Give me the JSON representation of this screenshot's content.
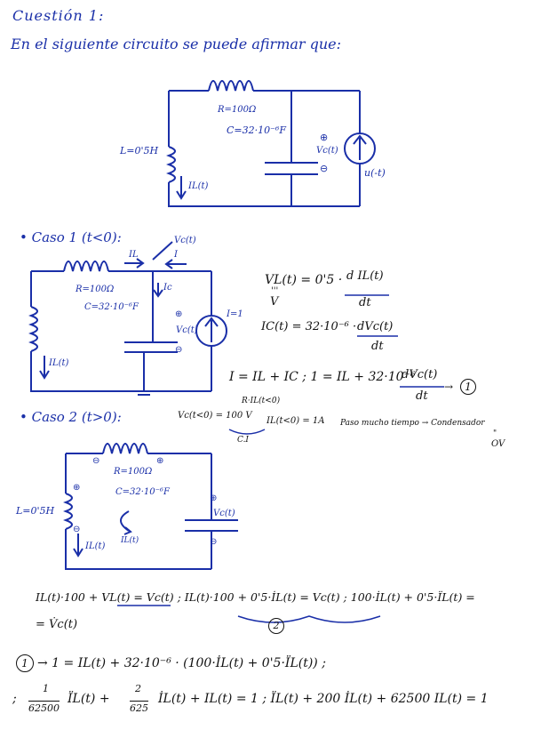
{
  "header": {
    "title": "Cuestión 1:",
    "prompt": "En el siguiente circuito se puede afirmar que:"
  },
  "circuit1": {
    "r": "R=100Ω",
    "c": "C=32·10⁻⁶F",
    "l": "L=0'5H",
    "il": "IL(t)",
    "vc": "Vc(t)",
    "src": "u(-t)",
    "plus": "⊕",
    "minus": "⊖"
  },
  "caso1": {
    "heading": "• Caso 1 (t<0):",
    "vc_top": "Vc(t)",
    "i_l_arrow": "IL",
    "i_arrow": "I",
    "ic": "Ic",
    "r": "R=100Ω",
    "c": "C=32·10⁻⁶F",
    "il": "IL(t)",
    "vc": "Vc(t)",
    "src": "I=1",
    "eq1_lhs": "VL(t) = 0'5 ·",
    "eq1_num": "d IL(t)",
    "eq1_den": "dt",
    "eq1_v": "'''",
    "eq1_v2": "V",
    "eq2_lhs": "IC(t) = 32·10⁻⁶ ·",
    "eq2_num": "dVc(t)",
    "eq2_den": "dt",
    "eq3": "I = IL + IC ; 1 = IL + 32·10⁻⁶",
    "eq3_num": "dVc(t)",
    "eq3_den": "dt",
    "eq3_ref": "1"
  },
  "caso2": {
    "heading": "• Caso 2 (t>0):",
    "note_r": "R·IL(t<0)",
    "note_vc": "Vc(t<0) = 100 V",
    "note_ci": "C.I",
    "note_il": "IL(t<0) = 1A",
    "note_paso": "Paso mucho tiempo → Condensador",
    "note_quot": "\"",
    "note_ov": "OV",
    "r": "R=100Ω",
    "c": "C=32·10⁻⁶F",
    "l": "L=0'5H",
    "il": "IL(t)",
    "vc": "Vc(t)"
  },
  "equations": {
    "line1": "IL(t)·100 + VL(t) = Vc(t) ; IL(t)·100 + 0'5·İL(t) = Vc(t) ; 100·İL(t) + 0'5·ÏL(t) =",
    "line1_ref": "2",
    "line2": "= V̇c(t)",
    "line3": "→ 1 = IL(t) + 32·10⁻⁶ · (100·İL(t) + 0'5·ÏL(t)) ;",
    "line3_ref": "1",
    "line4_a_num": "1",
    "line4_a_den": "62500",
    "line4_b": "ÏL(t) +",
    "line4_c_num": "2",
    "line4_c_den": "625",
    "line4_d": "İL(t) + IL(t) = 1 ; ÏL(t) + 200 İL(t) + 62500 IL(t) = 1",
    "line4_semi": ";"
  },
  "colors": {
    "ink": "#1a2fa8",
    "black": "#111111"
  }
}
